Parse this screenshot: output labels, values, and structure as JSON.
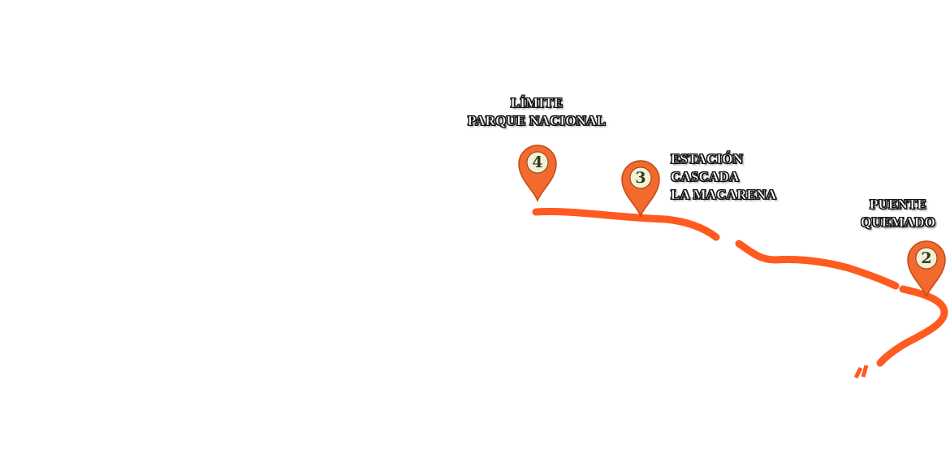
{
  "map": {
    "route_color": "#ff5a1f",
    "marker_color": "#f26a2e",
    "marker_inner_color": "#f4f0d8",
    "waypoints": [
      {
        "number": "4",
        "label_lines": [
          "LÍMITE",
          "PARQUE NACIONAL"
        ]
      },
      {
        "number": "3",
        "label_lines": [
          "ESTACIÓN",
          "CASCADA",
          "LA MACARENA"
        ]
      },
      {
        "number": "2",
        "label_lines": [
          "PUENTE",
          "QUEMADO"
        ]
      }
    ]
  }
}
